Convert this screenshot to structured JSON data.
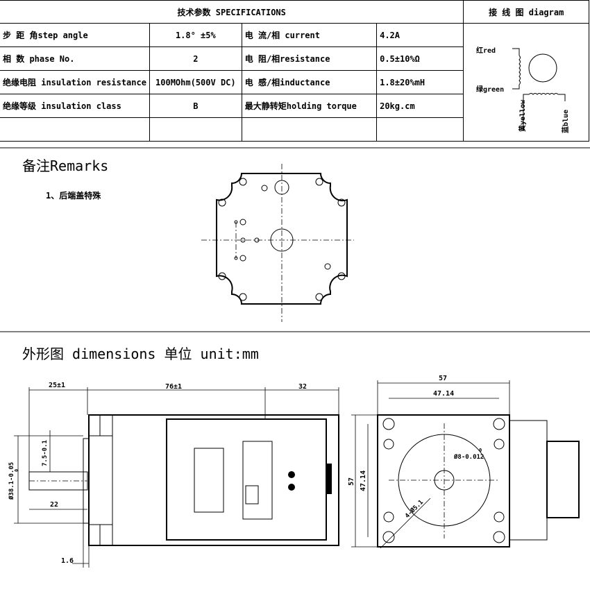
{
  "spec": {
    "title": "技术参数 SPECIFICATIONS",
    "wiring_title": "接 线 图 diagram",
    "rows": [
      {
        "label1": "步 距 角step angle",
        "value1": "1.8° ±5%",
        "label2": "电 流/相 current",
        "value2": "4.2A"
      },
      {
        "label1": "相  数 phase No.",
        "value1": "2",
        "label2": "电 阻/相resistance",
        "value2": "0.5±10%Ω"
      },
      {
        "label1": "绝缘电阻 insulation resistance",
        "value1": "100MOhm(500V DC)",
        "label2": "电 感/相inductance",
        "value2": "1.8±20%mH"
      },
      {
        "label1": "绝缘等级 insulation class",
        "value1": "B",
        "label2": "最大静转矩holding torque",
        "value2": "20kg.cm"
      },
      {
        "label1": "",
        "value1": "",
        "label2": "",
        "value2": ""
      }
    ]
  },
  "wiring": {
    "red": "红red",
    "green": "绿green",
    "yellow": "黄yellow",
    "blue": "蓝blue"
  },
  "remarks": {
    "title": "备注Remarks",
    "item1": "1、后端盖特殊"
  },
  "dimensions": {
    "title": "外形图 dimensions  单位 unit:mm",
    "d_25": "25±1",
    "d_76": "76±1",
    "d_32": "32",
    "d_57_top": "57",
    "d_4714_top": "47.14",
    "d_75": "7.5-0.1",
    "d_22": "22",
    "d_381": "Ø38.1-0.05",
    "d_381_sup": "0",
    "d_16": "1.6",
    "d_57_side": "57",
    "d_4714_side": "47.14",
    "d_8": "Ø8-0.012",
    "d_8_sup": "0",
    "d_holes": "4-Ø5.1"
  }
}
